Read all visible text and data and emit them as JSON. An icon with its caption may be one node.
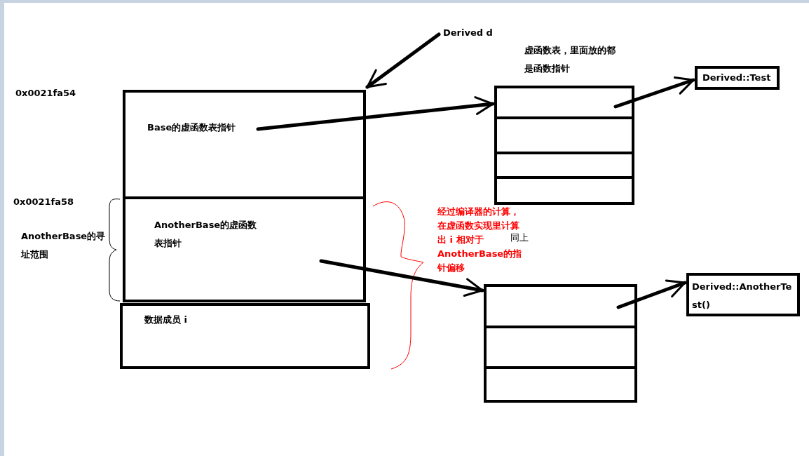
{
  "diagram": {
    "nodes": [
      {
        "text": [
          "Derived d"
        ]
      },
      {
        "text": [
          "Base的虚函数表指针"
        ]
      },
      {
        "text": [
          "AnotherBase的虚函数表指针"
        ]
      },
      {
        "text": [
          "数据成员 i"
        ]
      },
      {
        "text": [],
        "shape": "box",
        "beside": [
          "虚函数表，里面放的都是函数指针"
        ]
      },
      {
        "text": [
          "Derived::Test"
        ]
      },
      {
        "text": [],
        "shape": "box"
      },
      {
        "text": [
          "Derived::AnotherTest()"
        ]
      }
    ],
    "edges": [
      {
        "from": 0,
        "to": 1,
        "arrow": "to"
      },
      {
        "from": 1,
        "to": 4,
        "arrow": "to"
      },
      {
        "from": 4,
        "to": 5,
        "arrow": "to"
      },
      {
        "from": 2,
        "to": 6,
        "arrow": "to"
      },
      {
        "from": 6,
        "to": 7,
        "arrow": "to"
      }
    ],
    "labels": [
      "0x0021fa54",
      "0x0021fa58",
      "AnotherBase的寻址范围",
      "经过编译器的计算，在虚函数实现里计算出 i 相对于AnotherBase的指针偏移",
      "同上"
    ]
  }
}
